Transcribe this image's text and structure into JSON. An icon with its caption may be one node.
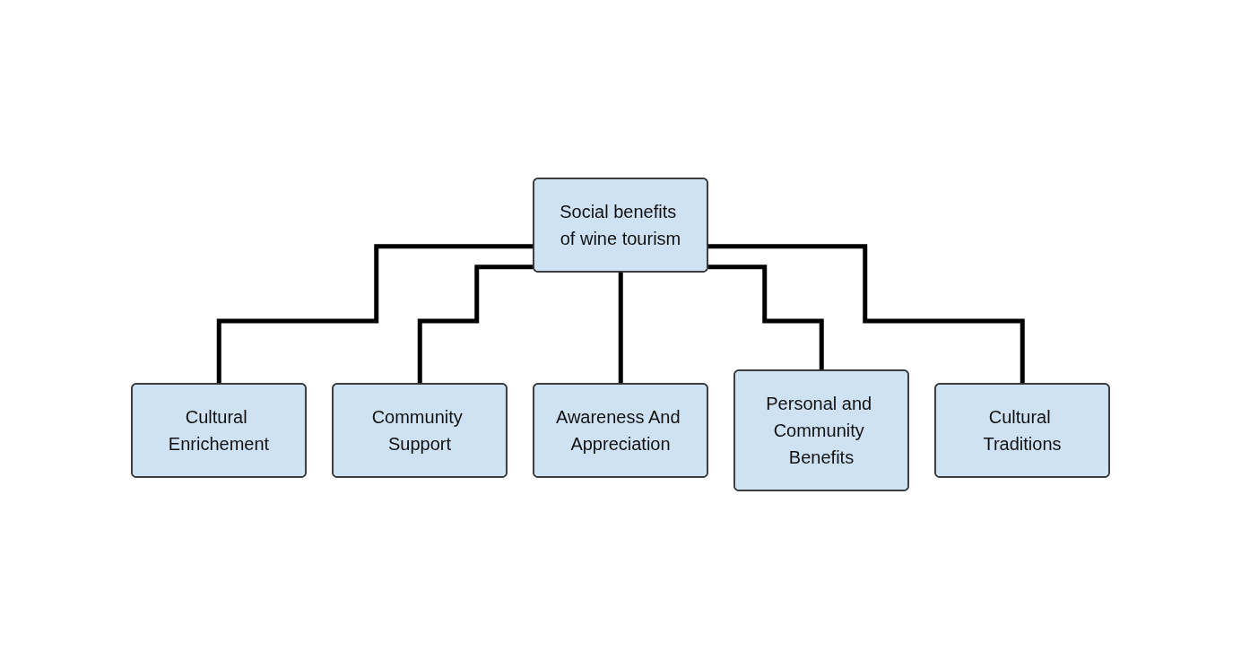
{
  "diagram": {
    "nodes": [
      {
        "text": [
          "Social benefits of wine tourism"
        ]
      },
      {
        "text": [
          "Cultural Enrichement"
        ]
      },
      {
        "text": [
          "Community Support"
        ]
      },
      {
        "text": [
          "Awareness And Appreciation"
        ]
      },
      {
        "text": [
          "Personal and Community Benefits"
        ]
      },
      {
        "text": [
          "Cultural Traditions"
        ]
      }
    ],
    "edges": [
      {
        "from": 0,
        "to": 1,
        "arrow": "none"
      },
      {
        "from": 0,
        "to": 2,
        "arrow": "none"
      },
      {
        "from": 0,
        "to": 3,
        "arrow": "none"
      },
      {
        "from": 0,
        "to": 4,
        "arrow": "none"
      },
      {
        "from": 0,
        "to": 5,
        "arrow": "none"
      }
    ]
  }
}
